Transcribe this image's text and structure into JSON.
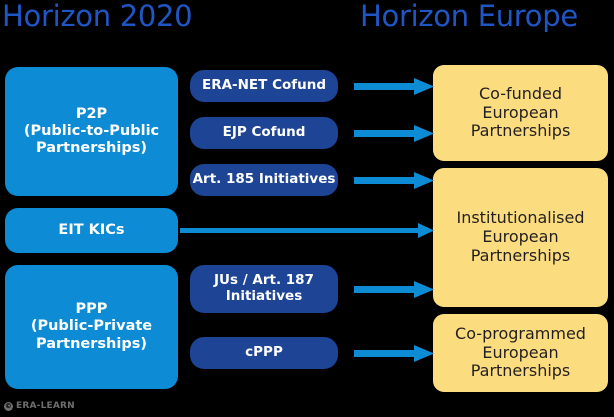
{
  "diagram": {
    "title_left": "Horizon 2020",
    "title_right": "Horizon Europe",
    "watermark": {
      "symbol": "©",
      "text": "ERA-LEARN"
    },
    "colors": {
      "background": "#000000",
      "heading_blue": "#1f56c4",
      "group_blue": "#0d8bd4",
      "instrument_navy": "#1d4495",
      "outcome_yellow": "#fbdd80",
      "arrow_blue": "#0d8bd4",
      "watermark_gray": "#6e6e6e"
    }
  },
  "left_groups": [
    {
      "id": "p2p",
      "line1": "P2P",
      "line2": "(Public-to-Public",
      "line3": "Partnerships)"
    },
    {
      "id": "eit",
      "line1": "EIT KICs",
      "line2": "",
      "line3": ""
    },
    {
      "id": "ppp",
      "line1": "PPP",
      "line2": "(Public-Private",
      "line3": "Partnerships)"
    }
  ],
  "instruments": [
    {
      "id": "era-net-cofund",
      "label": "ERA-NET Cofund"
    },
    {
      "id": "ejp-cofund",
      "label": "EJP Cofund"
    },
    {
      "id": "art-185",
      "label": "Art. 185 Initiatives"
    },
    {
      "id": "jus-art-187",
      "line1": "JUs / Art. 187",
      "line2": "Initiatives"
    },
    {
      "id": "cppp",
      "label": "cPPP"
    }
  ],
  "outcomes": [
    {
      "id": "co-funded",
      "line1": "Co-funded",
      "line2": "European",
      "line3": "Partnerships"
    },
    {
      "id": "institutionalised",
      "line1": "Institutionalised",
      "line2": "European",
      "line3": "Partnerships"
    },
    {
      "id": "co-programmed",
      "line1": "Co-programmed",
      "line2": "European",
      "line3": "Partnerships"
    }
  ],
  "arrows": [
    {
      "id": "arrow-era-net",
      "from": "era-net-cofund",
      "to": "co-funded"
    },
    {
      "id": "arrow-ejp",
      "from": "ejp-cofund",
      "to": "co-funded"
    },
    {
      "id": "arrow-art185",
      "from": "art-185",
      "to": "institutionalised"
    },
    {
      "id": "arrow-eit",
      "from": "eit",
      "to": "institutionalised"
    },
    {
      "id": "arrow-jus",
      "from": "jus-art-187",
      "to": "institutionalised"
    },
    {
      "id": "arrow-cppp",
      "from": "cppp",
      "to": "co-programmed"
    }
  ]
}
